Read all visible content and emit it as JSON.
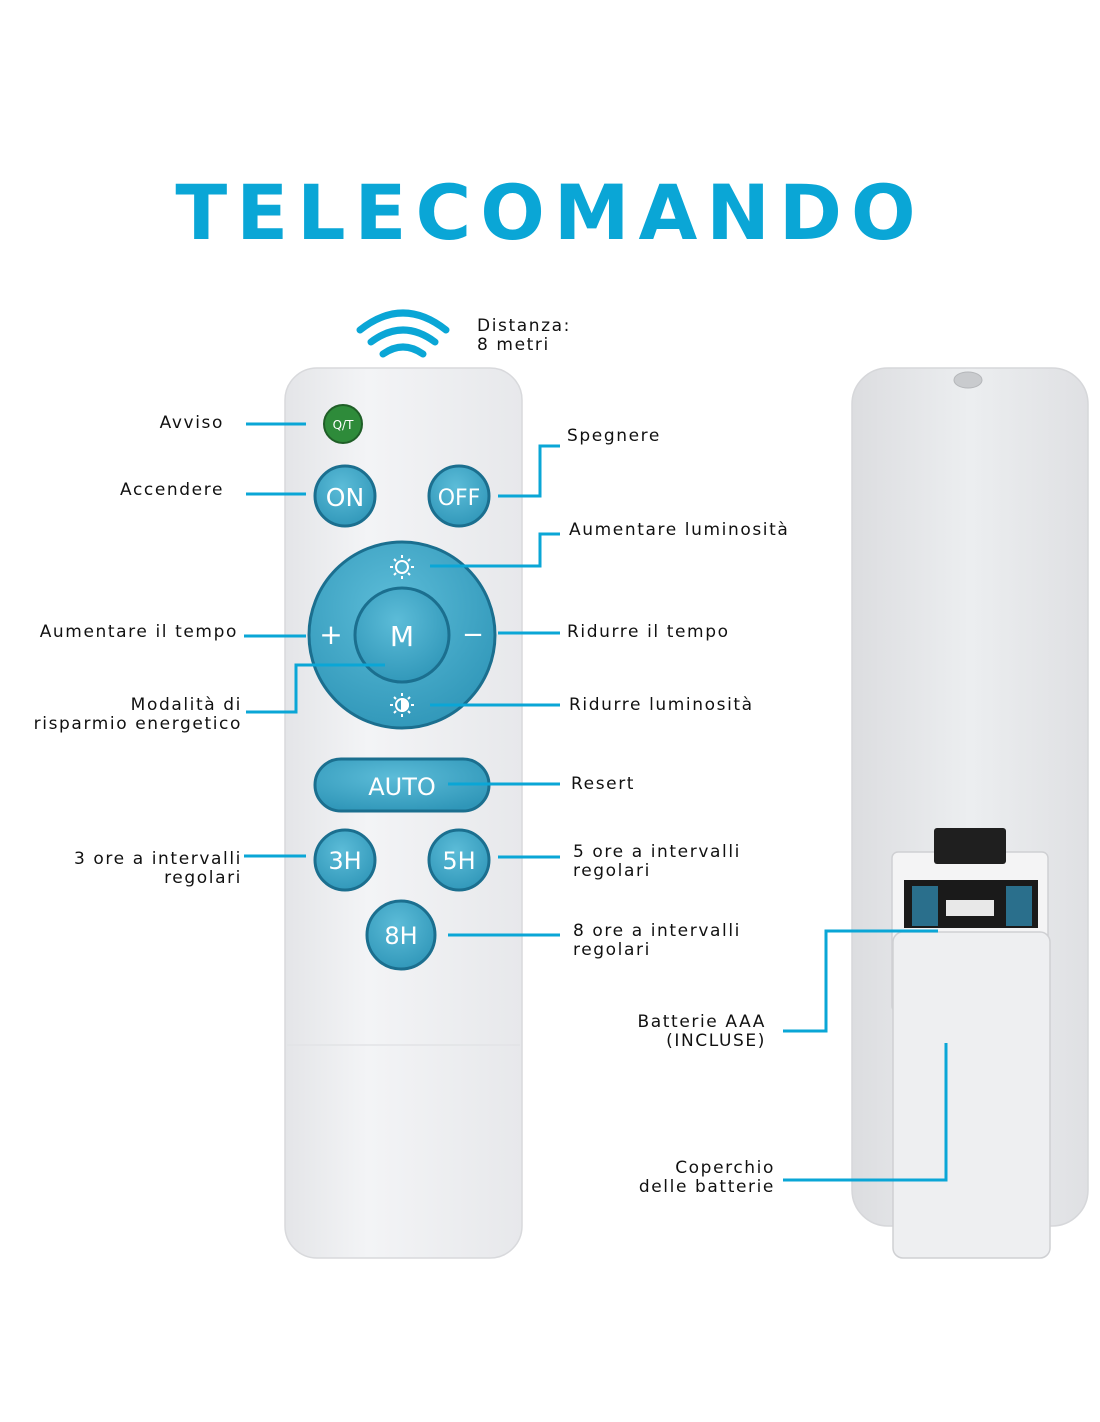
{
  "title": "TELECOMANDO",
  "distance": [
    "Distanza:",
    "8 metri"
  ],
  "remote_buttons": {
    "qt": "Q/T",
    "on": "ON",
    "off": "OFF",
    "mode": "M",
    "plus": "+",
    "minus": "−",
    "auto": "AUTO",
    "h3": "3H",
    "h5": "5H",
    "h8": "8H"
  },
  "labels": {
    "avviso": "Avviso",
    "accendere": "Accendere",
    "spegnere": "Spegnere",
    "aumentare_luminosita": "Aumentare luminosità",
    "aumentare_tempo": "Aumentare il tempo",
    "ridurre_tempo": "Ridurre il tempo",
    "modalita": [
      "Modalità di",
      "risparmio energetico"
    ],
    "ridurre_luminosita": "Ridurre luminosità",
    "resert": "Resert",
    "ore3": [
      "3 ore a intervalli",
      "regolari"
    ],
    "ore5": [
      "5 ore a intervalli",
      "regolari"
    ],
    "ore8": [
      "8 ore a intervalli",
      "regolari"
    ],
    "batterie": [
      "Batterie AAA",
      "(INCLUSE)"
    ],
    "coperchio": [
      "Coperchio",
      "delle batterie"
    ]
  },
  "colors": {
    "accent": "#0aa6d6",
    "button": "#3ea8c9",
    "button_border": "#1b6f8f",
    "green": "#2e8b3a",
    "remote_body": "#eeeff1"
  }
}
